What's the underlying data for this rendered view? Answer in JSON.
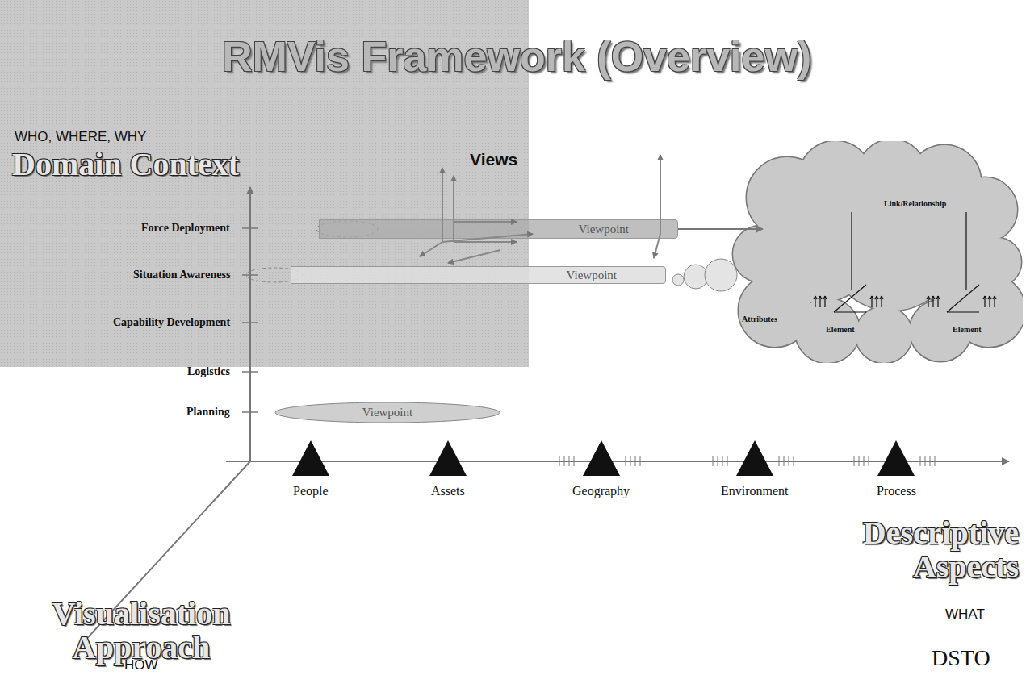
{
  "diagram": {
    "title": "RMVis Framework (Overview)",
    "nodes": [
      {
        "text": [
          "Viewpoint"
        ]
      },
      {
        "text": [
          "Viewpoint"
        ]
      },
      {
        "text": [
          "Viewpoint"
        ]
      },
      {
        "text": [
          "Link/Relationship",
          "Attributes",
          "Element",
          "Element"
        ]
      }
    ],
    "edges": [
      {
        "from": 0,
        "to": 3,
        "arrow": "to"
      }
    ],
    "labels": [
      "WHO, WHERE, WHY",
      "Domain Context",
      "Force Deployment",
      "Situation Awareness",
      "Capability Development",
      "Logistics",
      "Planning",
      "Views",
      "People",
      "Assets",
      "Geography",
      "Environment",
      "Process",
      "Descriptive Aspects",
      "WHAT",
      "Visualisation Approach",
      "HOW",
      "DSTO"
    ]
  }
}
